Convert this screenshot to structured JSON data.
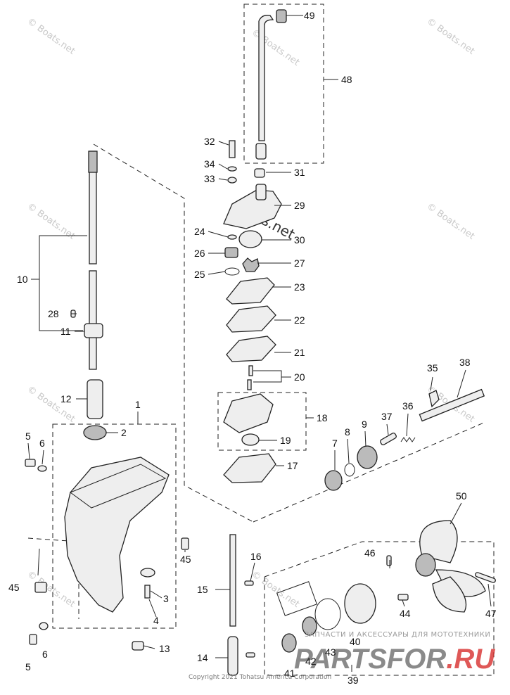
{
  "callouts": [
    {
      "id": "c49",
      "text": "49"
    },
    {
      "id": "c48",
      "text": "48"
    },
    {
      "id": "c32",
      "text": "32"
    },
    {
      "id": "c34",
      "text": "34"
    },
    {
      "id": "c33",
      "text": "33"
    },
    {
      "id": "c31",
      "text": "31"
    },
    {
      "id": "c29",
      "text": "29"
    },
    {
      "id": "c24",
      "text": "24"
    },
    {
      "id": "c30",
      "text": "30"
    },
    {
      "id": "c26",
      "text": "26"
    },
    {
      "id": "c27",
      "text": "27"
    },
    {
      "id": "c25",
      "text": "25"
    },
    {
      "id": "c23",
      "text": "23"
    },
    {
      "id": "c10",
      "text": "10"
    },
    {
      "id": "c28",
      "text": "28"
    },
    {
      "id": "c22",
      "text": "22"
    },
    {
      "id": "c11",
      "text": "11"
    },
    {
      "id": "c21",
      "text": "21"
    },
    {
      "id": "c20",
      "text": "20"
    },
    {
      "id": "c35",
      "text": "35"
    },
    {
      "id": "c38",
      "text": "38"
    },
    {
      "id": "c12",
      "text": "12"
    },
    {
      "id": "c1",
      "text": "1"
    },
    {
      "id": "c36",
      "text": "36"
    },
    {
      "id": "c18",
      "text": "18"
    },
    {
      "id": "c37",
      "text": "37"
    },
    {
      "id": "c9",
      "text": "9"
    },
    {
      "id": "c8",
      "text": "8"
    },
    {
      "id": "c7",
      "text": "7"
    },
    {
      "id": "c5a",
      "text": "5"
    },
    {
      "id": "c6a",
      "text": "6"
    },
    {
      "id": "c2",
      "text": "2"
    },
    {
      "id": "c19",
      "text": "19"
    },
    {
      "id": "c17",
      "text": "17"
    },
    {
      "id": "c50",
      "text": "50"
    },
    {
      "id": "c45a",
      "text": "45"
    },
    {
      "id": "c16",
      "text": "16"
    },
    {
      "id": "c46",
      "text": "46"
    },
    {
      "id": "c45b",
      "text": "45"
    },
    {
      "id": "c15",
      "text": "15"
    },
    {
      "id": "c3",
      "text": "3"
    },
    {
      "id": "c44",
      "text": "44"
    },
    {
      "id": "c4",
      "text": "4"
    },
    {
      "id": "c47",
      "text": "47"
    },
    {
      "id": "c6b",
      "text": "6"
    },
    {
      "id": "c40",
      "text": "40"
    },
    {
      "id": "c13",
      "text": "13"
    },
    {
      "id": "c5b",
      "text": "5"
    },
    {
      "id": "c14",
      "text": "14"
    },
    {
      "id": "c42",
      "text": "42"
    },
    {
      "id": "c43",
      "text": "43"
    },
    {
      "id": "c41",
      "text": "41"
    },
    {
      "id": "c39",
      "text": "39"
    }
  ],
  "watermark_text": "© Boats.net",
  "center_watermark": "Boats.net",
  "brand_tagline": "ЗАПЧАСТИ И АКСЕССУАРЫ ДЛЯ МОТОТЕХНИКИ",
  "brand_name_main": "PARTSFOR",
  "brand_name_suffix": ".RU",
  "brand_colors": {
    "main": "#2a2a2a",
    "suffix": "#d4201f"
  },
  "copyright": "Copyright 2021 Tohatsu America Corporation"
}
